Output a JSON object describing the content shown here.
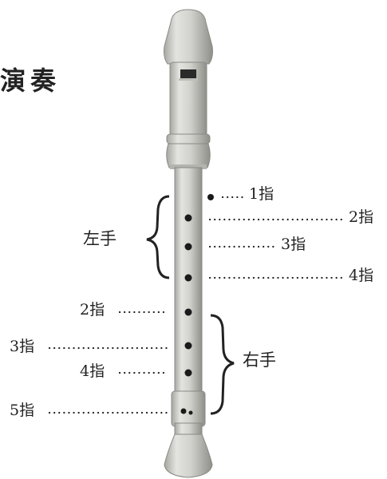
{
  "title": "演奏",
  "hands": {
    "left": "左手",
    "right": "右手"
  },
  "labels": {
    "left_1": "1指",
    "left_2": "2指",
    "left_3": "3指",
    "left_4": "4指",
    "right_2": "2指",
    "right_3": "3指",
    "right_4": "4指",
    "right_5": "5指"
  },
  "colors": {
    "ink": "#222222",
    "recorder_body": "#d6d6d2",
    "recorder_shade": "#a9a9a4"
  }
}
